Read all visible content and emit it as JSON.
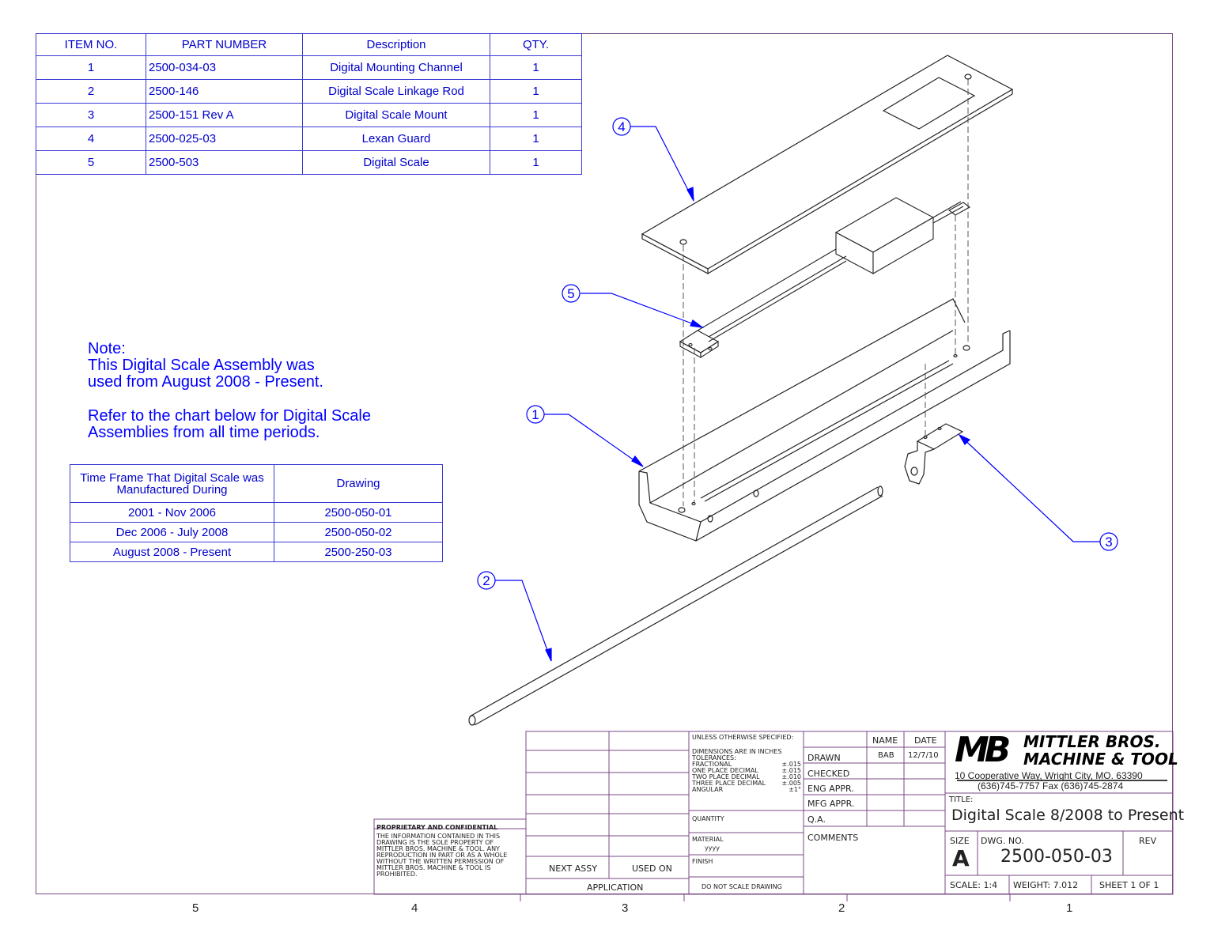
{
  "bom": {
    "headers": [
      "ITEM NO.",
      "PART NUMBER",
      "Description",
      "QTY."
    ],
    "rows": [
      [
        "1",
        "2500-034-03",
        "Digital Mounting Channel",
        "1"
      ],
      [
        "2",
        "2500-146",
        "Digital Scale Linkage Rod",
        "1"
      ],
      [
        "3",
        "2500-151 Rev A",
        "Digital Scale Mount",
        "1"
      ],
      [
        "4",
        "2500-025-03",
        "Lexan Guard",
        "1"
      ],
      [
        "5",
        "2500-503",
        "Digital Scale",
        "1"
      ]
    ]
  },
  "note": {
    "lines": [
      "Note:",
      "This Digital Scale Assembly was",
      "used from August 2008 - Present."
    ],
    "refer_lines": [
      "Refer to the chart below for Digital Scale",
      "Assemblies from all time periods."
    ]
  },
  "timeframe_chart": {
    "headers": [
      "Time Frame That Digital Scale was Manufactured During",
      "Drawing"
    ],
    "rows": [
      [
        "2001 - Nov 2006",
        "2500-050-01"
      ],
      [
        "Dec 2006 - July 2008",
        "2500-050-02"
      ],
      [
        "August 2008 - Present",
        "2500-250-03"
      ]
    ]
  },
  "balloons": [
    "4",
    "5",
    "1",
    "3",
    "2"
  ],
  "zones": [
    "5",
    "4",
    "3",
    "2",
    "1"
  ],
  "title_block": {
    "proprietary_title": "PROPRIETARY AND CONFIDENTIAL",
    "proprietary_lines": [
      "THE INFORMATION CONTAINED IN THIS",
      "DRAWING IS THE SOLE PROPERTY OF",
      "MITTLER BROS. MACHINE & TOOL. ANY",
      "REPRODUCTION IN PART OR AS A WHOLE",
      "WITHOUT THE WRITTEN PERMISSION OF",
      "MITTLER BROS. MACHINE & TOOL IS",
      "PROHIBITED."
    ],
    "next_assy": "NEXT ASSY",
    "used_on": "USED ON",
    "application": "APPLICATION",
    "unless": "UNLESS OTHERWISE SPECIFIED:",
    "tolerance_lines": [
      [
        "DIMENSIONS ARE IN INCHES",
        ""
      ],
      [
        "TOLERANCES:",
        ""
      ],
      [
        "FRACTIONAL",
        "±.015"
      ],
      [
        "ONE PLACE DECIMAL",
        "±.015"
      ],
      [
        "TWO PLACE DECIMAL",
        "±.010"
      ],
      [
        "THREE PLACE DECIMAL",
        "±.005"
      ],
      [
        "ANGULAR",
        "±1°"
      ]
    ],
    "quantity": "QUANTITY",
    "material": "MATERIAL",
    "material_value": "yyyy",
    "finish": "FINISH",
    "do_not_scale": "DO NOT SCALE DRAWING",
    "name_header": "NAME",
    "date_header": "DATE",
    "drawn": "DRAWN",
    "drawn_name": "BAB",
    "drawn_date": "12/7/10",
    "checked": "CHECKED",
    "eng_appr": "ENG APPR.",
    "mfg_appr": "MFG APPR.",
    "qa": "Q.A.",
    "comments": "COMMENTS",
    "logo_mark": "MB",
    "company_line1": "MITTLER BROS.",
    "company_line2": "MACHINE & TOOL",
    "address": "10 Cooperative Way, Wright City, MO. 63390",
    "phone": "(636)745-7757  Fax (636)745-2874",
    "title_label": "TITLE:",
    "title": "Digital Scale 8/2008 to Present",
    "size_label": "SIZE",
    "size": "A",
    "dwg_no_label": "DWG. NO.",
    "dwg_no": "2500-050-03",
    "rev_label": "REV",
    "scale": "SCALE: 1:4",
    "weight": "WEIGHT: 7.012",
    "sheet": "SHEET 1 OF 1"
  },
  "colors": {
    "frame": "#7a4a86",
    "blue_text": "#0000cc",
    "leader": "#0000ff"
  }
}
